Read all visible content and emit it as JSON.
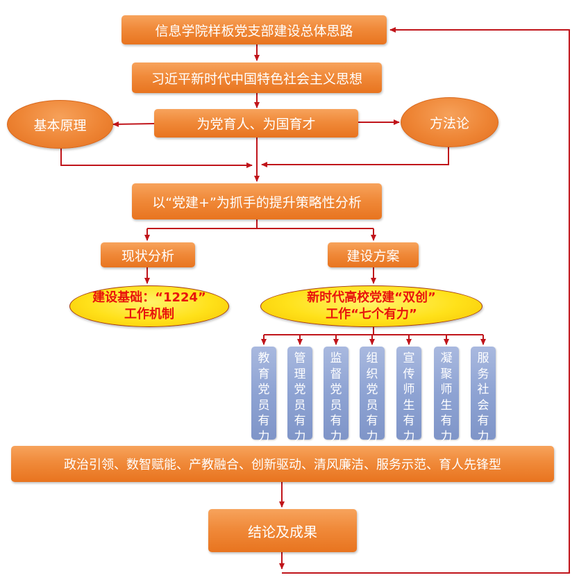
{
  "top_box": "信息学院样板党支部建设总体思路",
  "thought_box": "习近平新时代中国特色社会主义思想",
  "mission_box": "为党育人、为国育才",
  "left_oval": "基本原理",
  "right_oval": "方法论",
  "analysis_box": "以“党建+”为抓手的提升策略性分析",
  "status_box": "现状分析",
  "plan_box": "建设方案",
  "foundation_oval": {
    "line1": "建设基础：“1224”",
    "line2": "工作机制"
  },
  "plan_oval": {
    "line1": "新时代高校党建“双创”",
    "line2": "工作“七个有力”"
  },
  "seven_items": [
    "教育党员有力",
    "管理党员有力",
    "监督党员有力",
    "组织党员有力",
    "宣传师生有力",
    "凝聚师生有力",
    "服务社会有力"
  ],
  "models_box": "政治引领、数智赋能、产教融合、创新驱动、清风廉洁、服务示范、育人先锋型",
  "result_box": "结论及成果",
  "colors": {
    "orange": "#f08a3a",
    "arrow_red": "#c0141a",
    "yellow": "#ffe11a",
    "red_text": "#e8140c",
    "blue_box": "#8ea3d3"
  }
}
